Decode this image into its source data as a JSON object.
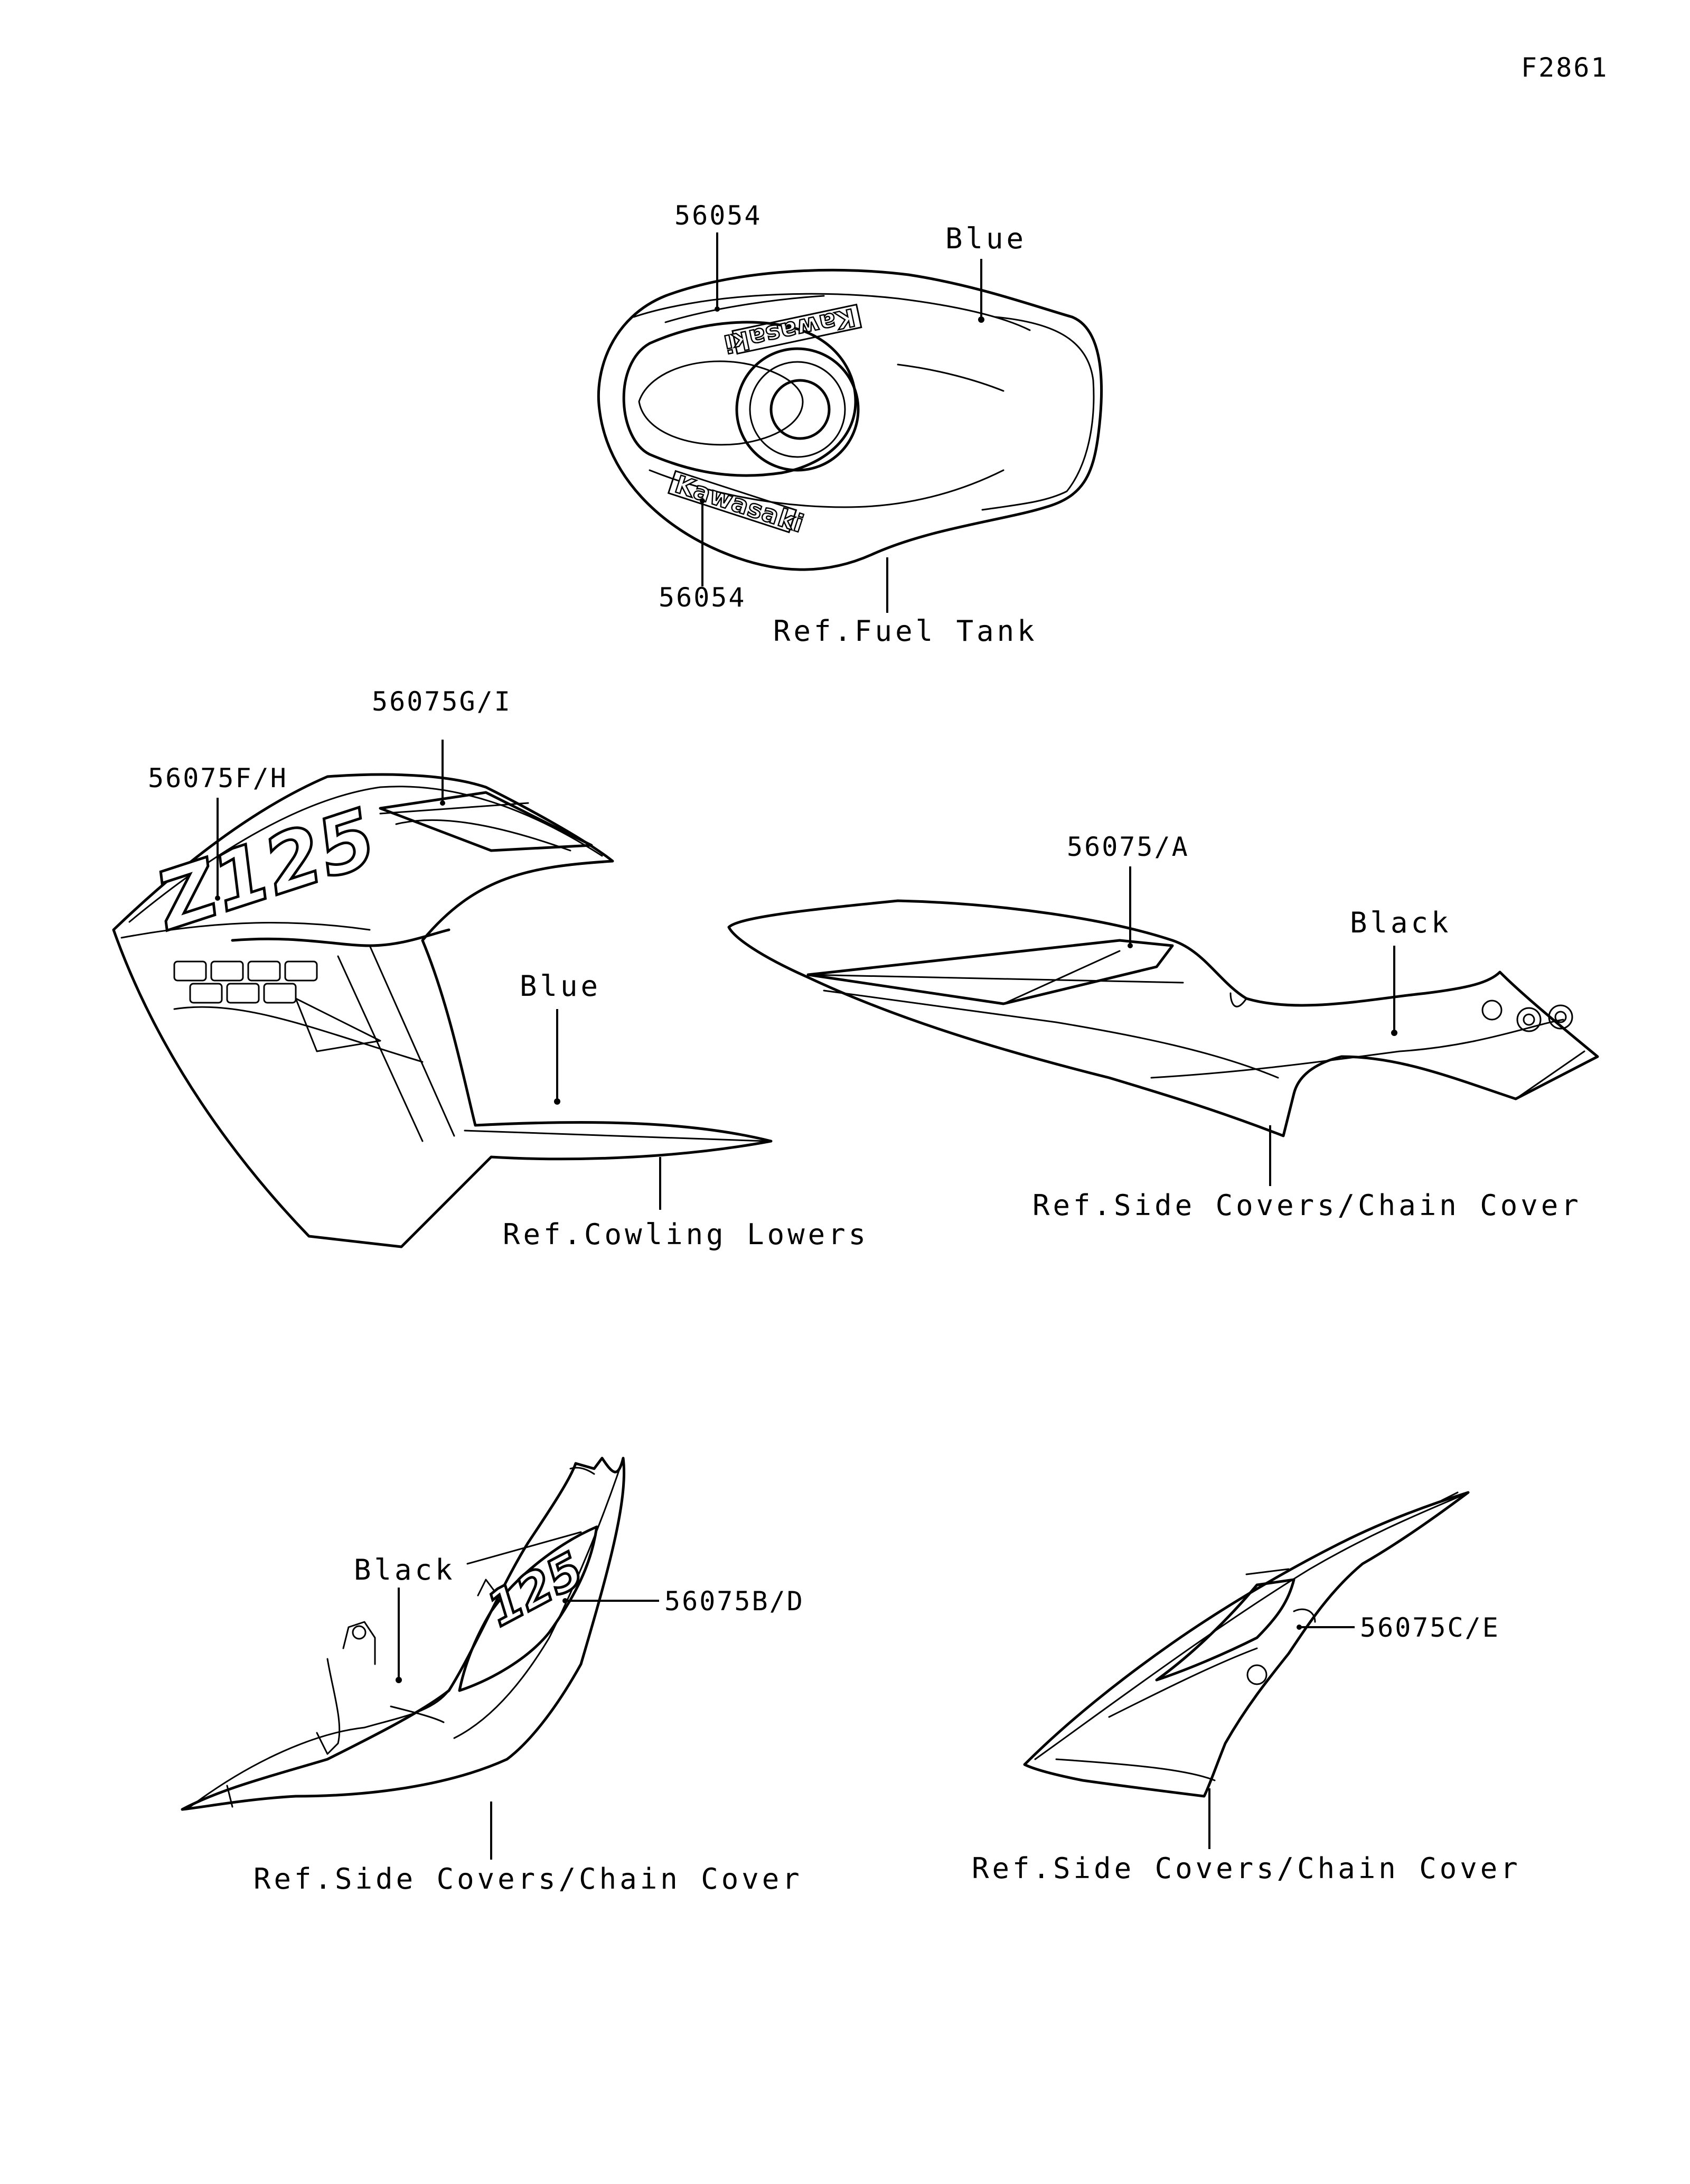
{
  "figure_id": "F2861",
  "parts": {
    "fuel_tank": {
      "callout_top": "56054",
      "callout_bottom": "56054",
      "color_label": "Blue",
      "ref_label": "Ref.Fuel Tank",
      "logo_text": "Kawasaki"
    },
    "cowling": {
      "callout_upper": "56075G/I",
      "callout_lower": "56075F/H",
      "color_label": "Blue",
      "ref_label": "Ref.Cowling Lowers",
      "logo_text": "Z125"
    },
    "side_cover_top": {
      "callout": "56075/A",
      "color_label": "Black",
      "ref_label": "Ref.Side Covers/Chain Cover"
    },
    "side_cover_left": {
      "callout": "56075B/D",
      "color_label": "Black",
      "ref_label": "Ref.Side Covers/Chain Cover",
      "logo_text": "125"
    },
    "side_cover_right": {
      "callout": "56075C/E",
      "ref_label": "Ref.Side Covers/Chain Cover"
    }
  }
}
